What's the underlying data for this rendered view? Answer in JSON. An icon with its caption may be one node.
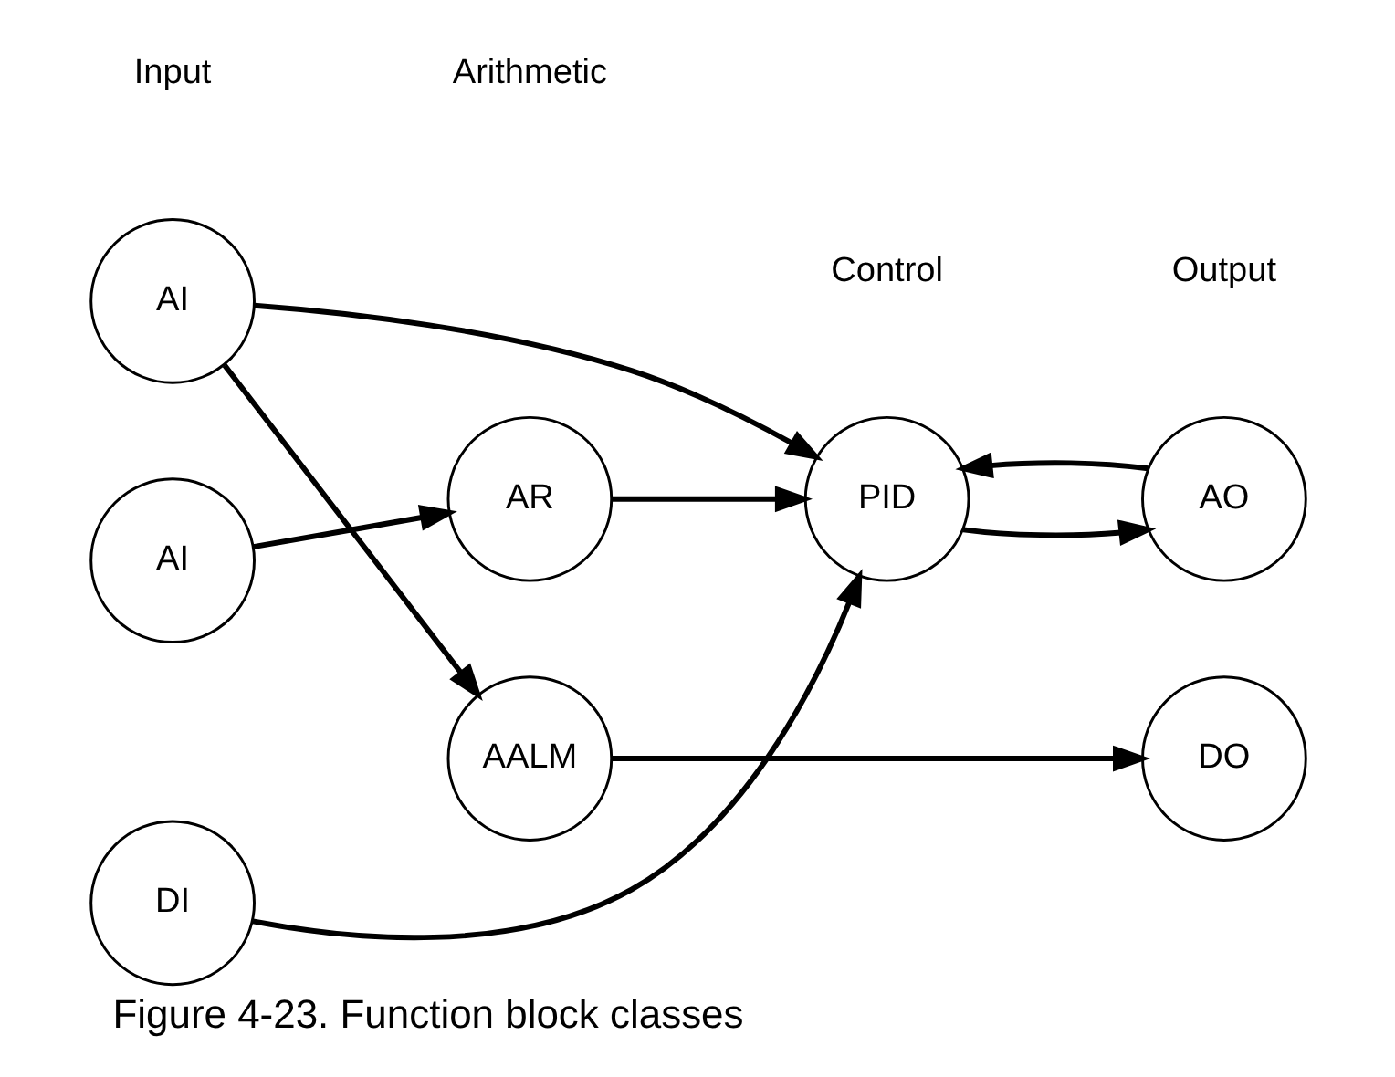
{
  "diagram": {
    "caption": "Figure 4-23. Function block classes",
    "nodes": [
      {
        "text": [
          "AI"
        ]
      },
      {
        "text": [
          "AI"
        ]
      },
      {
        "text": [
          "AR"
        ]
      },
      {
        "text": [
          "DI"
        ]
      },
      {
        "text": [
          "PID"
        ]
      },
      {
        "text": [
          "AO"
        ]
      },
      {
        "text": [
          "AALM"
        ]
      },
      {
        "text": [
          "DO"
        ]
      }
    ],
    "edges": [
      {
        "from": 0,
        "to": 4,
        "arrow": "to"
      },
      {
        "from": 0,
        "to": 6,
        "arrow": "to"
      },
      {
        "from": 1,
        "to": 2,
        "arrow": "to"
      },
      {
        "from": 2,
        "to": 4,
        "arrow": "to"
      },
      {
        "from": 3,
        "to": 4,
        "arrow": "to"
      },
      {
        "from": 4,
        "to": 5,
        "arrow": "to"
      },
      {
        "from": 5,
        "to": 4,
        "arrow": "to"
      },
      {
        "from": 6,
        "to": 7,
        "arrow": "to"
      }
    ],
    "labels": [
      "Input",
      "Arithmetic",
      "Control",
      "Output"
    ]
  }
}
